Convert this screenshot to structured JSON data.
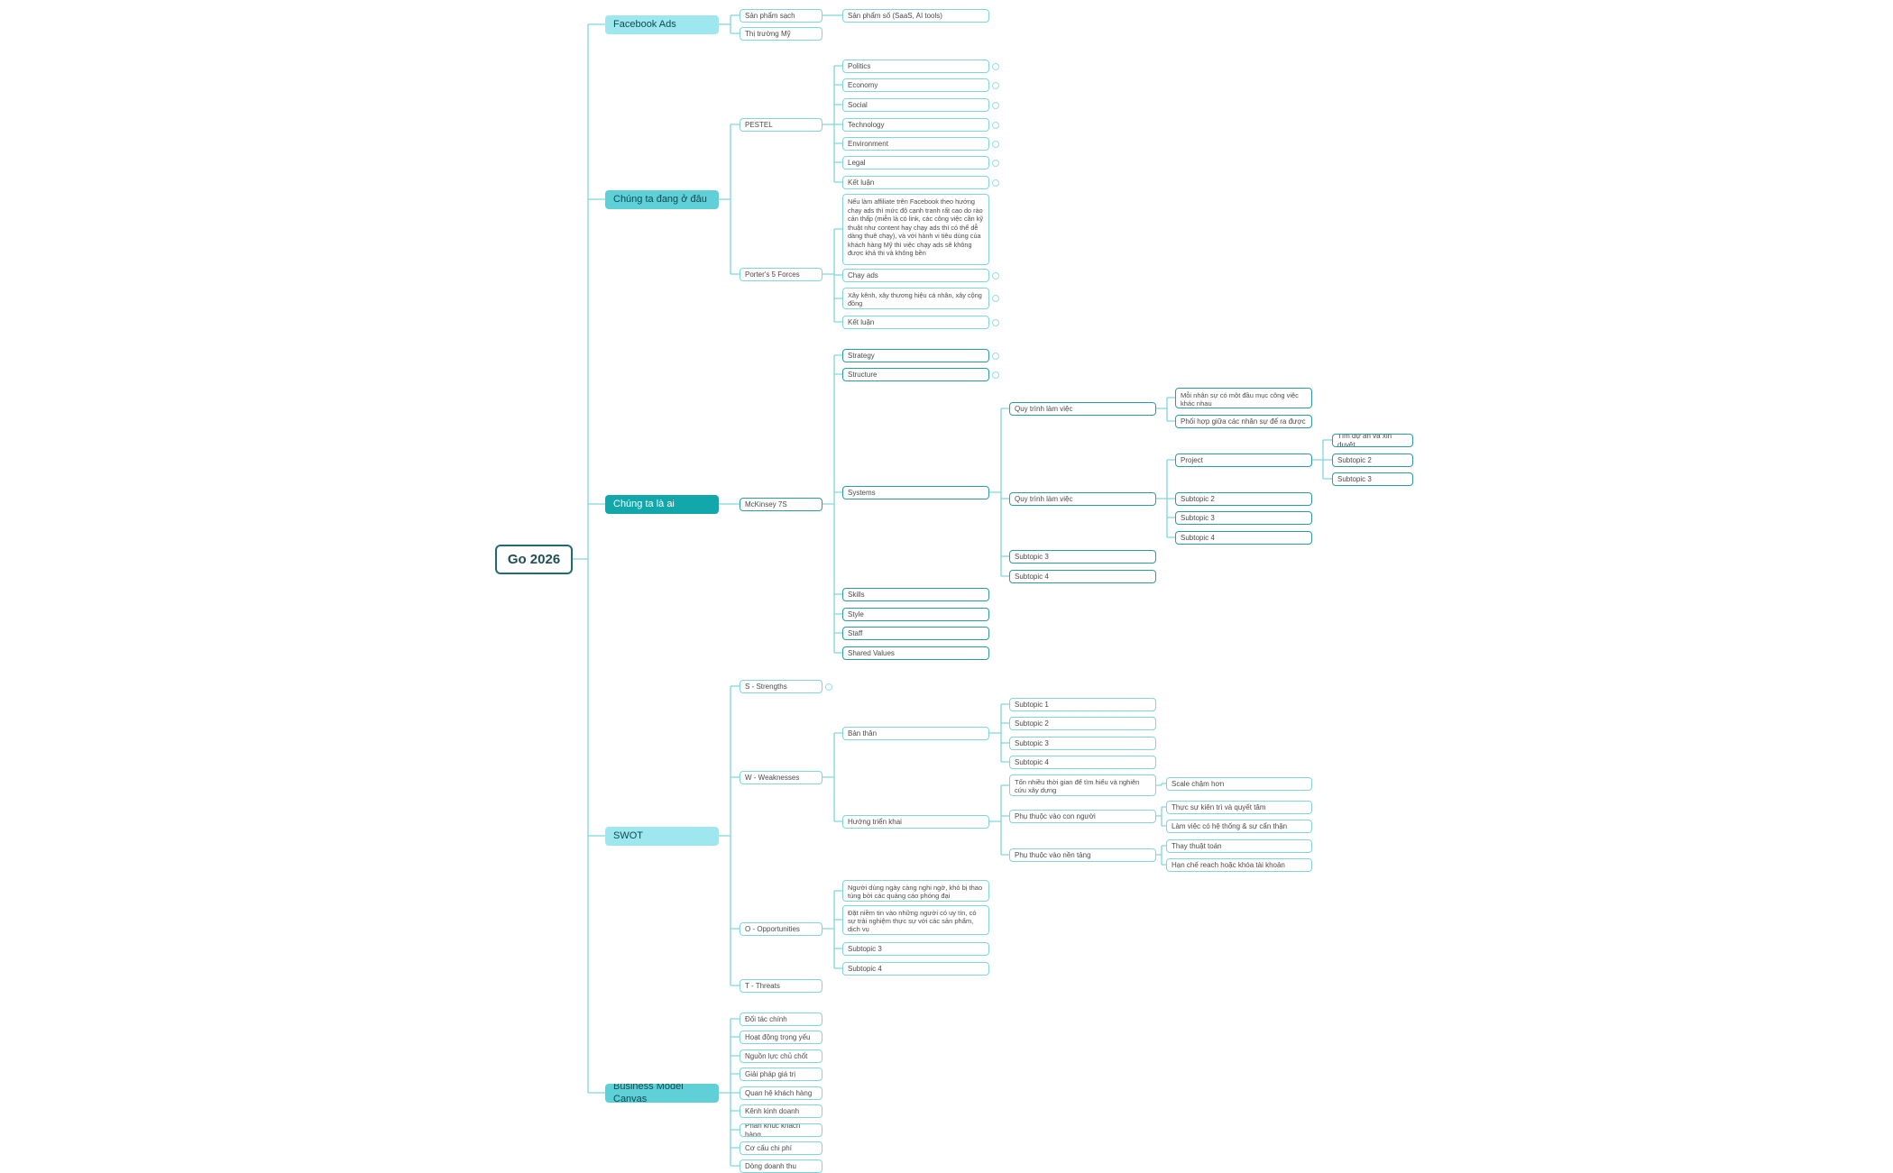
{
  "mindmap": {
    "root": "Go 2026",
    "facebook_ads": {
      "label": "Facebook Ads",
      "children": [
        "Sản phẩm sạch",
        "Thị trường Mỹ"
      ],
      "product_child": "Sản phẩm số (SaaS, AI tools)"
    },
    "where": {
      "label": "Chúng ta đang ở đâu",
      "pestel": {
        "label": "PESTEL",
        "items": [
          "Politics",
          "Economy",
          "Social",
          "Technology",
          "Environment",
          "Legal",
          "Kết luận"
        ]
      },
      "porters": {
        "label": "Porter's 5 Forces",
        "items": [
          "Nếu làm affiliate trên Facebook theo hướng chạy ads thì mức độ cạnh tranh rất cao do rào cản thấp (miễn là có link, các công việc cần kỹ thuật như content hay chạy ads thì có thể dễ dàng thuê chạy), và với hành vi tiêu dùng của khách hàng Mỹ thì việc chạy ads sẽ không được khả thi và không bền",
          "Chạy ads",
          "Xây kênh, xây thương hiệu cá nhân, xây cộng đồng",
          "Kết luận"
        ]
      }
    },
    "who": {
      "label": "Chúng ta là ai",
      "mckinsey": {
        "label": "McKinsey 7S",
        "items": [
          "Strategy",
          "Structure",
          "Systems",
          "Skills",
          "Style",
          "Staff",
          "Shared Values"
        ],
        "systems": {
          "process1": {
            "label": "Quy trình làm việc",
            "children": [
              "Mỗi nhân sự có một đầu mục công việc khác nhau",
              "Phối hợp giữa các nhân sự để ra được"
            ]
          },
          "process2": {
            "label": "Quy trình làm việc",
            "children": [
              "Project",
              "Subtopic 2",
              "Subtopic 3",
              "Subtopic 4"
            ],
            "project_children": [
              "Tìm dự án và xin duyệt",
              "Subtopic 2",
              "Subtopic 3"
            ]
          },
          "extra": [
            "Subtopic 3",
            "Subtopic 4"
          ]
        }
      }
    },
    "swot": {
      "label": "SWOT",
      "s": "S - Strengths",
      "w": {
        "label": "W - Weaknesses",
        "ban_than": {
          "label": "Bản thân",
          "children": [
            "Subtopic 1",
            "Subtopic 2",
            "Subtopic 3",
            "Subtopic 4"
          ]
        },
        "huong": {
          "label": "Hướng triển khai",
          "children": [
            {
              "label": "Tốn nhiều thời gian để tìm hiểu và nghiên cứu xây dựng",
              "children": [
                "Scale chậm hơn"
              ]
            },
            {
              "label": "Phụ thuộc vào con người",
              "children": [
                "Thực sự kiên trì và quyết tâm",
                "Làm việc có hệ thống & sự cẩn thận"
              ]
            },
            {
              "label": "Phụ thuộc vào nền tảng",
              "children": [
                "Thay thuật toán",
                "Hạn chế reach hoặc khóa tài khoản"
              ]
            }
          ]
        }
      },
      "o": {
        "label": "O - Opportunities",
        "children": [
          "Người dùng ngày càng nghi ngờ, khó bị thao túng bởi các quảng cáo phóng đại",
          "Đặt niềm tin vào những người có uy tín, có sự trải nghiệm thực sự với các sản phẩm, dịch vụ",
          "Subtopic 3",
          "Subtopic 4"
        ]
      },
      "t": "T - Threats"
    },
    "bmc": {
      "label": "Business Model Canvas",
      "items": [
        "Đối tác chính",
        "Hoạt động trọng yếu",
        "Nguồn lực chủ chốt",
        "Giải pháp giá trị",
        "Quan hệ khách hàng",
        "Kênh kinh doanh",
        "Phân khúc khách hàng",
        "Cơ cấu chi phí",
        "Dòng doanh thu"
      ]
    }
  },
  "colors": {
    "connector": "#7fd6dc",
    "main_light": "#9fe7ee",
    "main_mid": "#5fd0d8",
    "main_dark": "#12a7ab",
    "root_border": "#1f6b70"
  }
}
